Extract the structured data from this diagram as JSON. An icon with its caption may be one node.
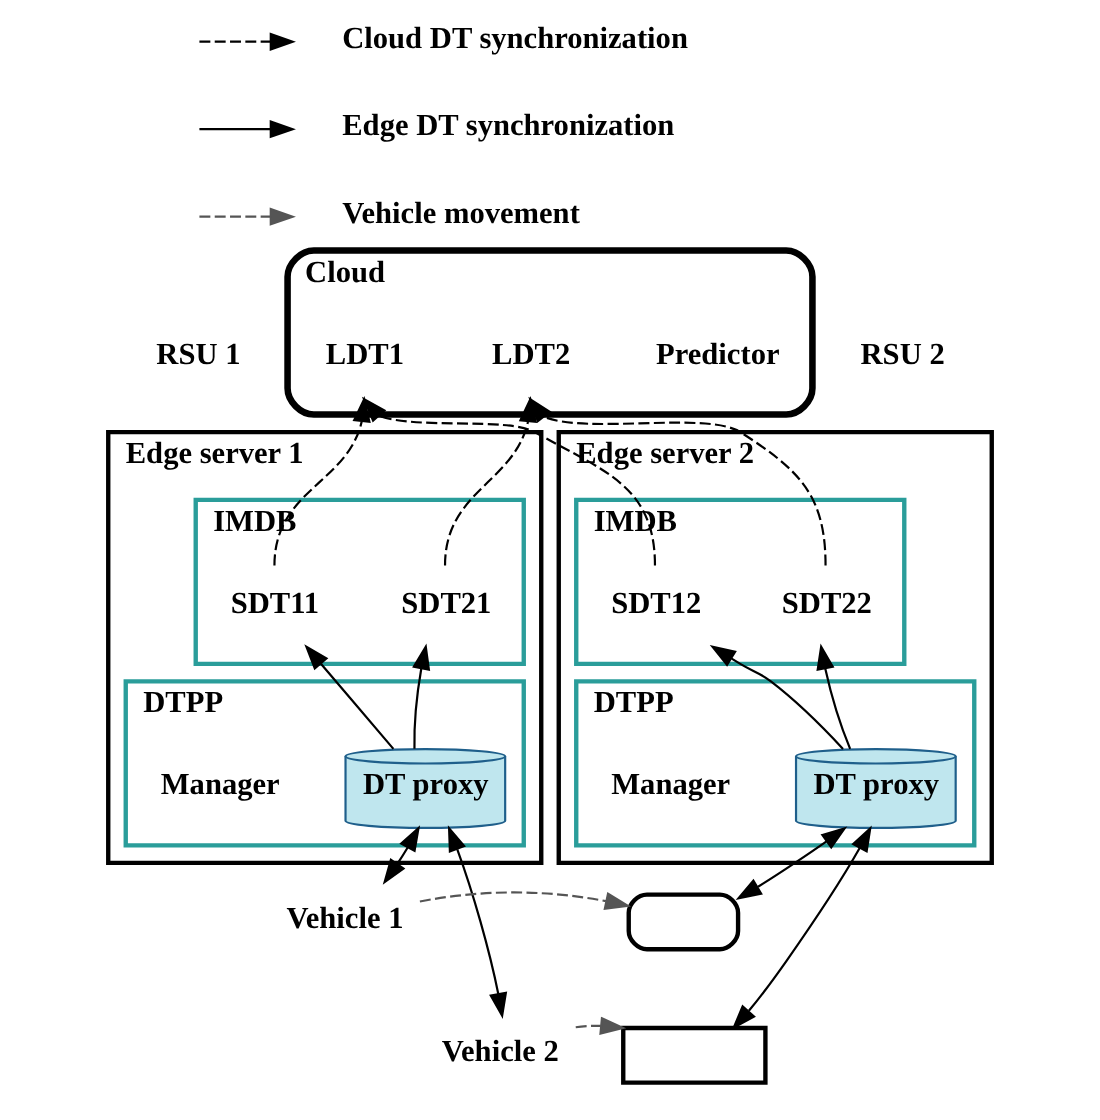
{
  "diagram": {
    "nodes": [
      {
        "text": [
          "Cloud"
        ]
      },
      {
        "text": [
          "LDT1"
        ],
        "in": 0
      },
      {
        "text": [
          "LDT2"
        ],
        "in": 0
      },
      {
        "text": [
          "Predictor"
        ],
        "in": 0
      },
      {
        "text": [
          "RSU 1"
        ]
      },
      {
        "text": [
          "RSU 2"
        ]
      },
      {
        "text": [
          "Edge server 1"
        ]
      },
      {
        "text": [
          "IMDB"
        ],
        "in": 6
      },
      {
        "text": [
          "SDT11"
        ],
        "in": 7
      },
      {
        "text": [
          "SDT21"
        ],
        "in": 7
      },
      {
        "text": [
          "DTPP"
        ],
        "in": 6
      },
      {
        "text": [
          "Manager"
        ],
        "in": 10
      },
      {
        "text": [
          "DT proxy"
        ],
        "in": 10
      },
      {
        "text": [
          "Edge server 2"
        ]
      },
      {
        "text": [
          "IMDB"
        ],
        "in": 13
      },
      {
        "text": [
          "SDT12"
        ],
        "in": 14
      },
      {
        "text": [
          "SDT22"
        ],
        "in": 14
      },
      {
        "text": [
          "DTPP"
        ],
        "in": 13
      },
      {
        "text": [
          "Manager"
        ],
        "in": 17
      },
      {
        "text": [
          "DT proxy"
        ],
        "in": 17
      },
      {
        "text": [
          "Vehicle 1"
        ]
      },
      {
        "text": [
          "Vehicle 2"
        ]
      },
      {
        "text": [],
        "shape": "car"
      },
      {
        "text": [],
        "shape": "bus"
      }
    ],
    "edges": [
      {
        "from": 8,
        "to": 1,
        "arrow": "to",
        "style": "dashed"
      },
      {
        "from": 9,
        "to": 2,
        "arrow": "to",
        "style": "dashed"
      },
      {
        "from": 15,
        "to": 1,
        "arrow": "to",
        "style": "dashed"
      },
      {
        "from": 16,
        "to": 2,
        "arrow": "to",
        "style": "dashed"
      },
      {
        "from": 12,
        "to": 8,
        "arrow": "to"
      },
      {
        "from": 12,
        "to": 9,
        "arrow": "to"
      },
      {
        "from": 19,
        "to": 15,
        "arrow": "to"
      },
      {
        "from": 19,
        "to": 16,
        "arrow": "to"
      },
      {
        "from": 12,
        "to": 20,
        "arrow": "both"
      },
      {
        "from": 12,
        "to": 21,
        "arrow": "both"
      },
      {
        "from": 19,
        "to": 22,
        "arrow": "both"
      },
      {
        "from": 19,
        "to": 23,
        "arrow": "both"
      },
      {
        "from": 20,
        "to": 22,
        "arrow": "to",
        "style": "dashed",
        "color": "#555555"
      },
      {
        "from": 21,
        "to": 23,
        "arrow": "to",
        "style": "dashed",
        "color": "#555555"
      }
    ],
    "legend": [
      {
        "text": "Cloud DT synchronization"
      },
      {
        "text": "Edge DT synchronization"
      },
      {
        "text": "Vehicle movement"
      }
    ]
  }
}
